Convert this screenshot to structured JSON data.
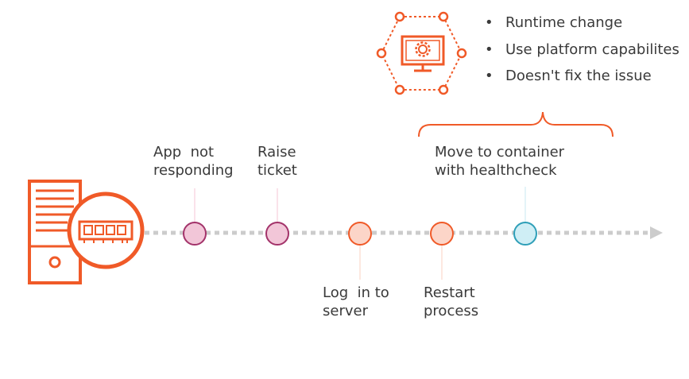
{
  "bullets": [
    "Runtime change",
    "Use platform capabilites",
    "Doesn't fix the issue"
  ],
  "steps": [
    {
      "line1": "App  not",
      "line2": "responding"
    },
    {
      "line1": "Raise",
      "line2": "ticket"
    },
    {
      "line1": "Log  in to",
      "line2": "server"
    },
    {
      "line1": "Restart",
      "line2": "process"
    },
    {
      "line1": "Move to container",
      "line2": "with healthcheck"
    }
  ],
  "icons": {
    "server": "server-with-memory-icon",
    "monitor": "monitor-gear-network-icon"
  },
  "colors": {
    "accent": "#f05a28",
    "dot_pink_fill": "#f2c6d8",
    "dot_pink_stroke": "#a3336a",
    "dot_peach_fill": "#fcd5c8",
    "dot_teal_fill": "#cfeef5",
    "dot_teal_stroke": "#2f9fb8",
    "timeline": "#cccccc",
    "text": "#3a3a3a"
  }
}
